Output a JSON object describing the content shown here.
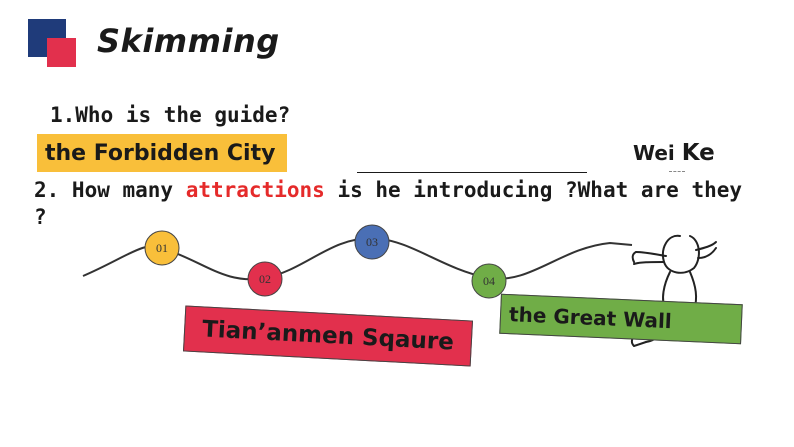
{
  "header": {
    "title": "Skimming"
  },
  "question1": {
    "text": "1.Who is the guide?"
  },
  "answer1": {
    "text": "the Forbidden City"
  },
  "guide_answer": {
    "first": "Wei",
    "last": "Ke"
  },
  "question2": {
    "part1": "2. How many ",
    "highlight": "attractions",
    "part2": " is he introducing ?What are they ?"
  },
  "timeline": {
    "points": [
      {
        "label": "01",
        "color": "#f9bf3a"
      },
      {
        "label": "02",
        "color": "#e2304d"
      },
      {
        "label": "03",
        "color": "#4a6fb5"
      },
      {
        "label": "04",
        "color": "#70ad47"
      }
    ]
  },
  "answers": {
    "red_box": "Tian’anmen Sqaure",
    "green_box": "the Great Wall"
  },
  "colors": {
    "logo_blue": "#1f3b7a",
    "logo_red": "#e2304d",
    "highlight": "#e52a2a",
    "yellow": "#f9bf3a",
    "red": "#e2304d",
    "green": "#70ad47",
    "blue": "#4a6fb5"
  },
  "icons": [
    "logo-squares",
    "running-stick-figure"
  ]
}
